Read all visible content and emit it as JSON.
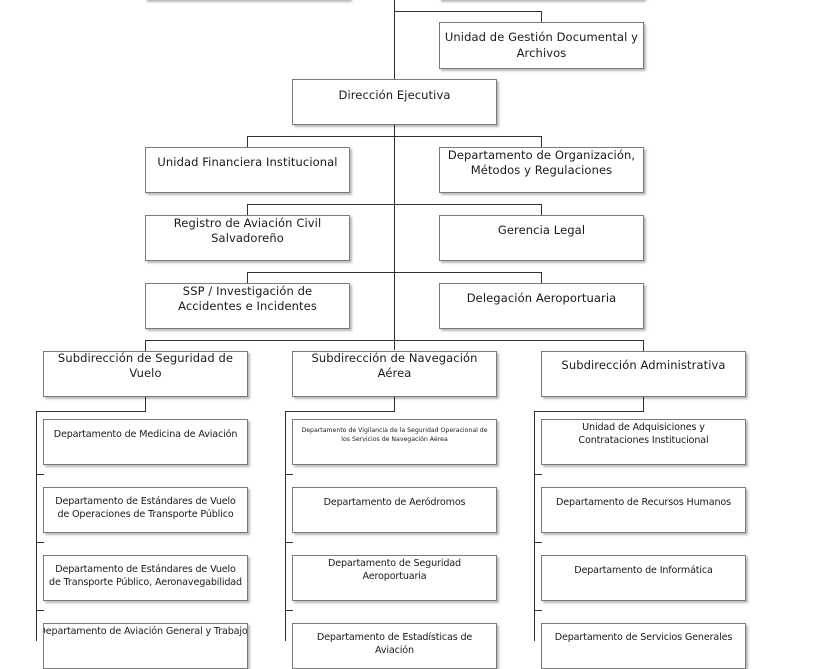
{
  "org_chart": {
    "top_partial_box": "",
    "documental": "Unidad de Gestión Documental y Archivos",
    "direccion": "Dirección Ejecutiva",
    "financiera": "Unidad Financiera Institucional",
    "organizacion": "Departamento de Organización, Métodos y Regulaciones",
    "registro": "Registro de Aviación Civil Salvadoreño",
    "legal": "Gerencia Legal",
    "ssp": "SSP / Investigación de Accidentes e Incidentes",
    "delegacion": "Delegación Aeroportuaria",
    "sub_seguridad": "Subdirección de Seguridad de Vuelo",
    "sub_navegacion": "Subdirección de Navegación Aérea",
    "sub_administrativa": "Subdirección Administrativa",
    "seguridad_depts": [
      "Departamento de Medicina de Aviación",
      "Departamento de Estándares de Vuelo de Operaciones de Transporte Público",
      "Departamento de Estándares de Vuelo de Transporte Público, Aeronavegabilidad",
      "Departamento de Aviación General y Trabajos"
    ],
    "navegacion_depts": [
      "Departamento de Vigilancia de la Seguridad Operacional de los Servicios de Navegación Aérea",
      "Departamento de Aeródromos",
      "Departamento de Seguridad Aeroportuaria",
      "Departamento de Estadísticas de Aviación"
    ],
    "administrativa_depts": [
      "Unidad de Adquisiciones y Contrataciones Institucional",
      "Departamento de Recursos Humanos",
      "Departamento de Informática",
      "Departamento de Servicios Generales"
    ]
  }
}
